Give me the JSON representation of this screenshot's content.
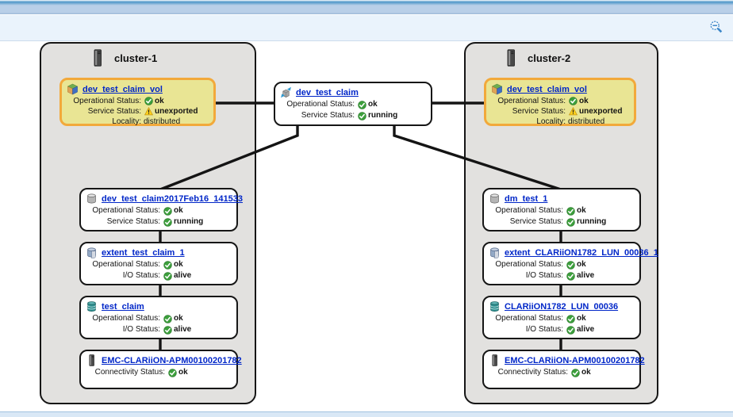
{
  "toolbar": {
    "zoom_out_icon": "zoom-out-magnifier"
  },
  "colors": {
    "header_bar": "#b9cfe8",
    "toolbar_bg": "#eaf3fc",
    "cluster_bg": "#e2e1df",
    "node_border": "#161616",
    "volume_highlight_bg": "#e9e594",
    "volume_highlight_border": "#f2a93b",
    "link_blue": "#0026c8",
    "status_ok_green": "#3da03d",
    "warning_yellow": "#ffd21e"
  },
  "diagram": {
    "center": {
      "title": "dev_test_claim",
      "icon": "distributed-device-icon",
      "rows": [
        {
          "label": "Operational Status:",
          "icon": "status-ok-icon",
          "value": "ok"
        },
        {
          "label": "Service Status:",
          "icon": "status-ok-icon",
          "value": "running"
        }
      ]
    },
    "clusters": [
      {
        "title": "cluster-1",
        "icon": "cluster-tower-icon",
        "volume": {
          "title": "dev_test_claim_vol",
          "icon": "virtual-volume-icon",
          "rows": [
            {
              "label": "Operational Status:",
              "icon": "status-ok-icon",
              "value": "ok"
            },
            {
              "label": "Service Status:",
              "icon": "warning-icon",
              "value": "unexported"
            },
            {
              "label": "Locality:",
              "icon": "",
              "value": "distributed"
            }
          ]
        },
        "nodes": [
          {
            "title": "dev_test_claim2017Feb16_141533",
            "icon": "device-icon",
            "rows": [
              {
                "label": "Operational Status:",
                "icon": "status-ok-icon",
                "value": "ok"
              },
              {
                "label": "Service Status:",
                "icon": "status-ok-icon",
                "value": "running"
              }
            ]
          },
          {
            "title": "extent_test_claim_1",
            "icon": "extent-icon",
            "rows": [
              {
                "label": "Operational Status:",
                "icon": "status-ok-icon",
                "value": "ok"
              },
              {
                "label": "I/O Status:",
                "icon": "status-ok-icon",
                "value": "alive"
              }
            ]
          },
          {
            "title": "test_claim",
            "icon": "storage-volume-icon",
            "rows": [
              {
                "label": "Operational Status:",
                "icon": "status-ok-icon",
                "value": "ok"
              },
              {
                "label": "I/O Status:",
                "icon": "status-ok-icon",
                "value": "alive"
              }
            ]
          },
          {
            "title": "EMC-CLARiiON-APM00100201782",
            "icon": "storage-array-icon",
            "rows": [
              {
                "label": "Connectivity Status:",
                "icon": "status-ok-icon",
                "value": "ok"
              }
            ]
          }
        ]
      },
      {
        "title": "cluster-2",
        "icon": "cluster-tower-icon",
        "volume": {
          "title": "dev_test_claim_vol",
          "icon": "virtual-volume-icon",
          "rows": [
            {
              "label": "Operational Status:",
              "icon": "status-ok-icon",
              "value": "ok"
            },
            {
              "label": "Service Status:",
              "icon": "warning-icon",
              "value": "unexported"
            },
            {
              "label": "Locality:",
              "icon": "",
              "value": "distributed"
            }
          ]
        },
        "nodes": [
          {
            "title": "dm_test_1",
            "icon": "device-icon",
            "rows": [
              {
                "label": "Operational Status:",
                "icon": "status-ok-icon",
                "value": "ok"
              },
              {
                "label": "Service Status:",
                "icon": "status-ok-icon",
                "value": "running"
              }
            ]
          },
          {
            "title": "extent_CLARiiON1782_LUN_00036_1",
            "icon": "extent-icon",
            "rows": [
              {
                "label": "Operational Status:",
                "icon": "status-ok-icon",
                "value": "ok"
              },
              {
                "label": "I/O Status:",
                "icon": "status-ok-icon",
                "value": "alive"
              }
            ]
          },
          {
            "title": "CLARiiON1782_LUN_00036",
            "icon": "storage-volume-icon",
            "rows": [
              {
                "label": "Operational Status:",
                "icon": "status-ok-icon",
                "value": "ok"
              },
              {
                "label": "I/O Status:",
                "icon": "status-ok-icon",
                "value": "alive"
              }
            ]
          },
          {
            "title": "EMC-CLARiiON-APM00100201782",
            "icon": "storage-array-icon",
            "rows": [
              {
                "label": "Connectivity Status:",
                "icon": "status-ok-icon",
                "value": "ok"
              }
            ]
          }
        ]
      }
    ]
  }
}
